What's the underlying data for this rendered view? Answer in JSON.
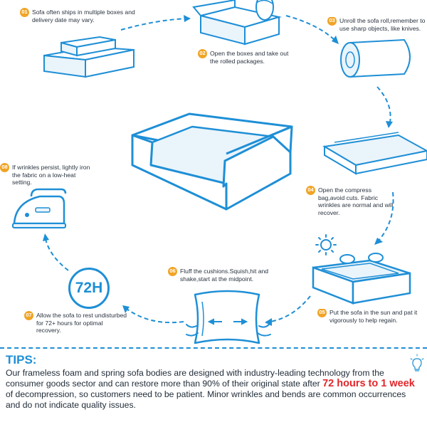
{
  "steps": [
    {
      "num": "01",
      "text": "Sofa often ships in multiple boxes and delivery date may vary."
    },
    {
      "num": "02",
      "text": "Open the boxes and take out the rolled packages."
    },
    {
      "num": "03",
      "text": "Unroll the sofa roll,remember to use sharp objects, like knives."
    },
    {
      "num": "04",
      "text": "Open the compress bag,avoid cuts. Fabric wrinkles are normal and will recover."
    },
    {
      "num": "05",
      "text": "Put the sofa in the sun and pat it vigorously to help regain."
    },
    {
      "num": "06",
      "text": "Fluff the cushions.Squish,hit and shake,start at the midpoint."
    },
    {
      "num": "07",
      "text": "Allow the sofa to rest undisturbed for 72+ hours for optimal recovery."
    },
    {
      "num": "08",
      "text": "If wrinkles persist, lightly iron the fabric on a low-heat setting."
    }
  ],
  "timer_label": "72H",
  "tips": {
    "title": "TIPS:",
    "before": "Our frameless foam and spring sofa bodies are designed with industry-leading technology from the consumer goods sector and can restore more than 90% of their original state after ",
    "highlight": "72 hours to 1 week",
    "after": " of decompression, so customers need to be patient. Minor wrinkles and bends are common occurrences and do not indicate quality issues."
  },
  "colors": {
    "accent": "#1e8fd6",
    "badge": "#f0a426",
    "highlight": "#e3262a",
    "fill": "#eaf4fb"
  },
  "icons": [
    "boxes-icon",
    "open-box-icon",
    "roll-icon",
    "bag-icon",
    "sun-icon",
    "sofa-icon",
    "cushion-icon",
    "clock-icon",
    "iron-icon",
    "bulb-icon"
  ]
}
